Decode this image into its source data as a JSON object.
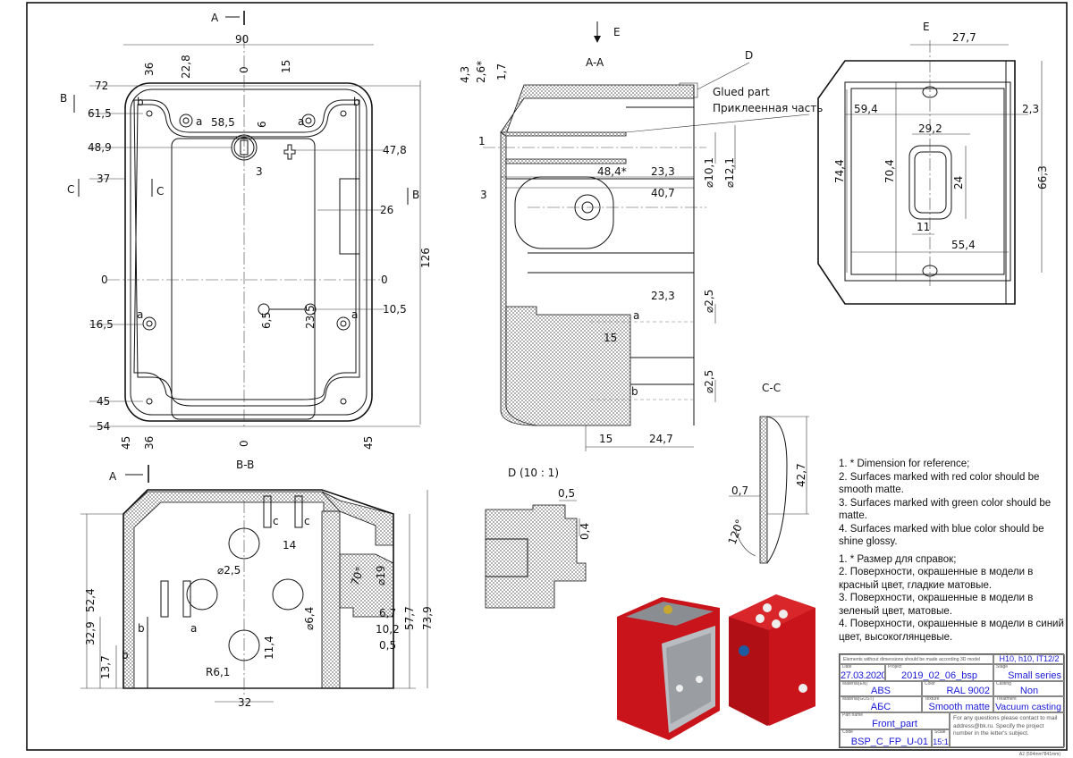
{
  "front_view": {
    "section_marks": [
      "A",
      "B",
      "B",
      "C",
      "C"
    ],
    "dims": [
      "90",
      "36",
      "22,8",
      "0",
      "15",
      "72",
      "61,5",
      "58,5",
      "6",
      "48,9",
      "47,8",
      "3",
      "37",
      "26",
      "126",
      "0",
      "0",
      "16,5",
      "10,5",
      "6,5",
      "23,5",
      "45",
      "54",
      "45",
      "36",
      "0",
      "45"
    ],
    "markers": [
      "a",
      "a",
      "b",
      "b",
      "a",
      "a"
    ]
  },
  "section_aa": {
    "view_arrow": "E",
    "title": "A-A",
    "detail_mark": "D",
    "glued_en": "Glued part",
    "glued_ru": "Приклеенная часть",
    "dims": [
      "4,3",
      "2,6*",
      "1,7",
      "1",
      "3",
      "48,4*",
      "23,3",
      "40,7",
      "⌀10,1",
      "⌀12,1",
      "23,3",
      "⌀2,5",
      "15",
      "⌀2,5",
      "15",
      "24,7"
    ],
    "markers": [
      "a",
      "b"
    ]
  },
  "view_e": {
    "title": "E",
    "dims": [
      "27,7",
      "59,4",
      "2,3",
      "29,2",
      "74,4",
      "70,4",
      "24",
      "66,3",
      "11",
      "55,4"
    ]
  },
  "section_cc": {
    "title": "C-C",
    "dims": [
      "42,7",
      "0,7",
      "120°"
    ]
  },
  "detail_d": {
    "title": "D (10 : 1)",
    "dims": [
      "0,5",
      "0,4"
    ]
  },
  "section_bb": {
    "section_mark": "A",
    "title": "B-B",
    "dims": [
      "14",
      "⌀2,5",
      "70°",
      "⌀19",
      "52,4",
      "32,9",
      "13,7",
      "⌀6,4",
      "6,7",
      "10,2",
      "57,7",
      "73,9",
      "0,5",
      "11,4",
      "R6,1",
      "32"
    ],
    "markers": [
      "b",
      "b",
      "a",
      "c",
      "c"
    ]
  },
  "notes_en": [
    "1.   * Dimension for reference;",
    "2.   Surfaces marked with red color should be smooth matte.",
    "3.   Surfaces marked with green color should be matte.",
    "4.   Surfaces marked with blue color should be shine glossy."
  ],
  "notes_ru": [
    "1.   * Размер для справок;",
    "2.   Поверхности, окрашенные в модели в красный цвет, гладкие матовые.",
    "3.   Поверхности, окрашенные в модели в зеленый цвет, матовые.",
    "4.   Поверхности, окрашенные в модели в синий цвет, высокоглянцевые."
  ],
  "title_block": {
    "general_note": "Elements without dimensions should be made according 3D model",
    "tolerance": "H10, h10, IT12/2",
    "date_label": "Date",
    "date": "27.03.2020",
    "project_label": "Project",
    "project": "2019_02_06_bsp",
    "stage_label": "Stage",
    "stage": "Small series",
    "material_en_label": "Material(EN)",
    "material_en": "ABS",
    "color_label": "Color",
    "color": "RAL 9002",
    "casting_label": "Casting",
    "casting": "Non",
    "material_gost_label": "Material(GOST)",
    "material_gost": "АБС",
    "texture_label": "Texture",
    "texture": "Smooth matte",
    "treatment_label": "Treatment",
    "treatment": "Vacuum casting",
    "part_name_label": "Part name",
    "part_name": "Front_part",
    "code_label": "Code",
    "code": "BSP_C_FP_U-01",
    "scale_label": "Scale",
    "scale": "15:1",
    "contact": "For any questions please contact to mail address@bk.ru. Specify the project number in the letter's subject.",
    "sheet_format": "A2 (594mm*841mm)"
  },
  "colors": {
    "value_text": "#1a1adb",
    "render_red": "#c8141a",
    "render_gray": "#9a9ea3"
  }
}
